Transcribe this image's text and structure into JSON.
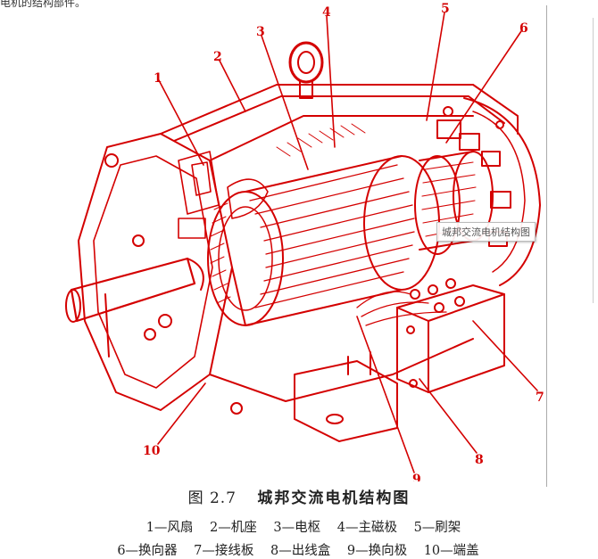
{
  "top_fragment": "电机的结构部件。",
  "watermark": "城邦交流电机结构图",
  "caption": {
    "figure_number": "图  2.7",
    "title": "城邦交流电机结构图"
  },
  "callout_numbers": [
    "1",
    "2",
    "3",
    "4",
    "5",
    "6",
    "7",
    "8",
    "9",
    "10"
  ],
  "legend": {
    "row1": [
      "1—风扇",
      "2—机座",
      "3—电枢",
      "4—主磁极",
      "5—刷架"
    ],
    "row2": [
      "6—换向器",
      "7—接线板",
      "8—出线盒",
      "9—换向极",
      "10—端盖"
    ]
  },
  "colors": {
    "drawing": "#d40000",
    "text": "#222222"
  }
}
